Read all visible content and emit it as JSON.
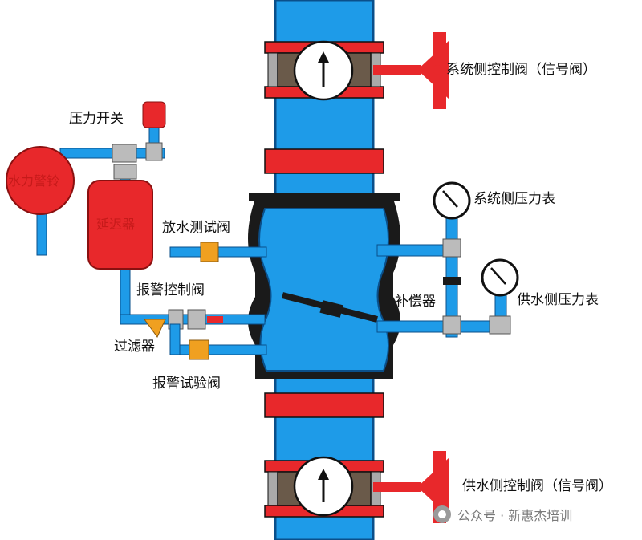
{
  "labels": {
    "system_control_valve": "系统侧控制阀（信号阀）",
    "system_pressure_gauge": "系统侧压力表",
    "supply_pressure_gauge": "供水侧压力表",
    "compensator": "补偿器",
    "drain_test_valve": "放水测试阀",
    "alarm_control_valve": "报警控制阀",
    "filter": "过滤器",
    "alarm_test_valve": "报警试验阀",
    "supply_control_valve": "供水侧控制阀（信号阀）",
    "pressure_switch": "压力开关",
    "water_motor_gong": "水力警铃",
    "retard_chamber": "延迟器"
  },
  "watermark": {
    "text": "公众号 · 新惠杰培训"
  },
  "colors": {
    "pipe": "#1e9be8",
    "pipe_dark": "#0a4f8a",
    "valve_red": "#e8282b",
    "flange_gray": "#8a8a8a",
    "body_black": "#1a1a1a",
    "orange": "#f0a020"
  }
}
